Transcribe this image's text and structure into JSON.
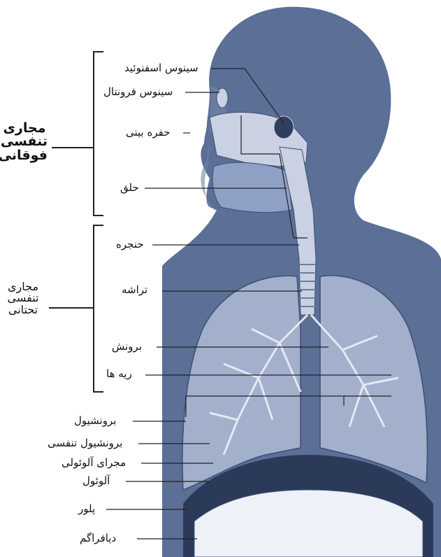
{
  "groups": {
    "upper": [
      "مجاری",
      "تنفسی",
      "فوقانی"
    ],
    "lower": [
      "مجاری",
      "تنفسی",
      "تحتانی"
    ]
  },
  "labels": {
    "sphenoid_sinus": "سینوس اسفنوئید",
    "frontal_sinus": "سینوس فرونتال",
    "nasal_cavity": "حفره بینی",
    "pharynx": "حلق",
    "larynx": "حنجره",
    "trachea": "تراشه",
    "bronchus": "برونش",
    "lungs": "ریه ها",
    "bronchiole": "برونشیول",
    "respiratory_bronchiole": "برونشیول تنفسی",
    "alveolar_duct": "مجرای آلوئولی",
    "alveoli": "آلوئول",
    "pleura": "پلور",
    "diaphragm": "دیافراگم"
  },
  "colors": {
    "body": "#5b6f97",
    "body_dark": "#4a5d86",
    "lung": "#a3b0cc",
    "lung_tissue": "#8c9ab9",
    "airway": "#c9d1e3",
    "leader": "#222222"
  }
}
